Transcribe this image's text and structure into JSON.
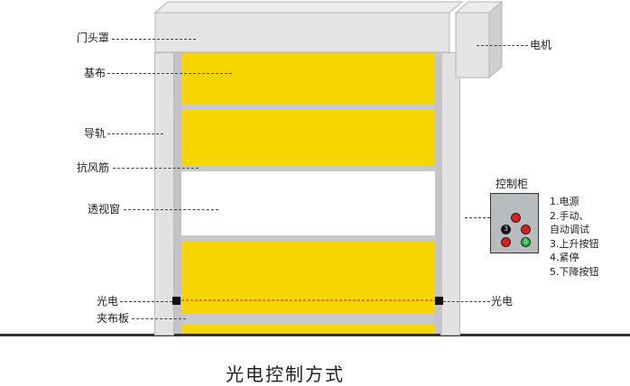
{
  "diagram": {
    "labels": {
      "head_cover": "门头罩",
      "motor": "电机",
      "base_cloth": "基布",
      "guide_rail": "导轨",
      "wind_rib": "抗风筋",
      "window": "透视窗",
      "photo_left": "光电",
      "photo_right": "光电",
      "clamp_plate": "夹布板"
    },
    "control_box": {
      "title": "控制柜",
      "notes": [
        "1.电源",
        "2.手动、",
        "自动调试",
        "3.上升按钮",
        "4.紧停",
        "5.下降按钮"
      ],
      "buttons": [
        {
          "name": "power",
          "color": "#d81e1e",
          "text": ""
        },
        {
          "name": "mode",
          "color": "#111111",
          "text": "3"
        },
        {
          "name": "up",
          "color": "#d81e1e",
          "text": ""
        },
        {
          "name": "stop",
          "color": "#d81e1e",
          "text": ""
        },
        {
          "name": "down",
          "color": "#28b34a",
          "text": "5"
        }
      ]
    },
    "caption": "光电控制方式"
  }
}
